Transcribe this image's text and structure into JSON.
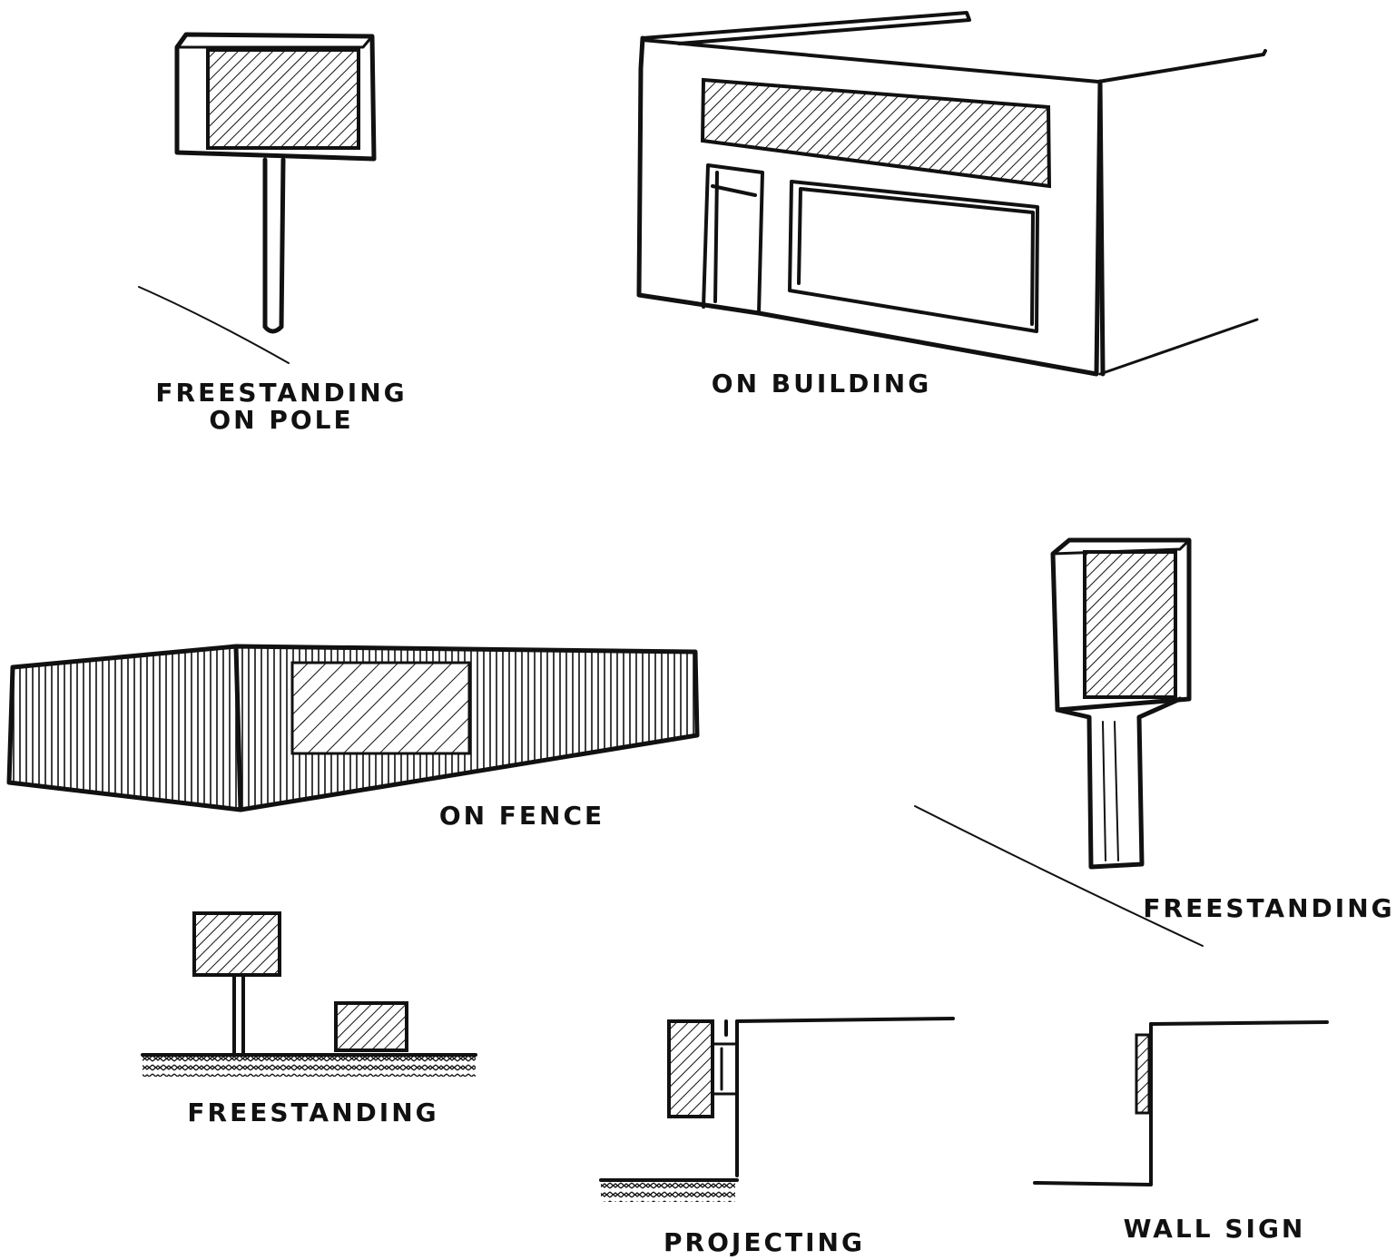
{
  "captions": {
    "freestanding_on_pole_line1": "FREESTANDING",
    "freestanding_on_pole_line2": "ON POLE",
    "on_building": "ON BUILDING",
    "on_fence": "ON FENCE",
    "freestanding_right": "FREESTANDING",
    "freestanding_low": "FREESTANDING",
    "projecting": "PROJECTING",
    "wall_sign": "WALL SIGN"
  }
}
